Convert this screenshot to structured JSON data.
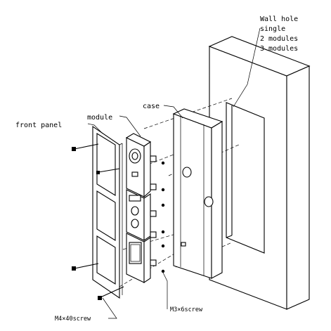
{
  "labels": {
    "wall_hole": "Wall hole",
    "single": "single",
    "modules2": "2 modules",
    "modules3": "3 modules",
    "case": "case",
    "module": "module",
    "front_panel": "front panel",
    "m4_screw": "M4×40screw",
    "m3_screw": "M3×6screw"
  }
}
